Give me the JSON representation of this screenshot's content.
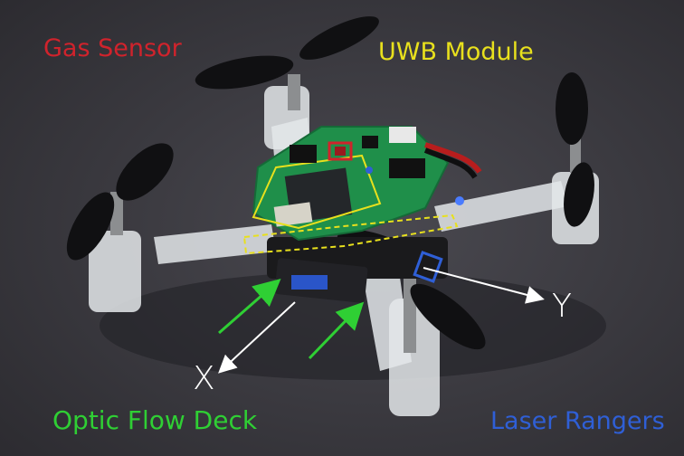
{
  "labels": {
    "gas_sensor": "Gas Sensor",
    "uwb_module": "UWB Module",
    "optic_flow_deck": "Optic Flow Deck",
    "laser_rangers": "Laser Rangers",
    "axis_x": "X",
    "axis_y": "Y"
  },
  "colors": {
    "background": "#3b3a3f",
    "gas_sensor": "#d0232c",
    "uwb_module": "#e8e01d",
    "optic_flow_deck": "#2fcf34",
    "laser_rangers": "#2f5fd6",
    "axis": "#ffffff",
    "pcb_green": "#1f8f4a"
  },
  "icons": {
    "drone": "quadcopter-drone-icon",
    "arrows": "arrow-icon"
  }
}
